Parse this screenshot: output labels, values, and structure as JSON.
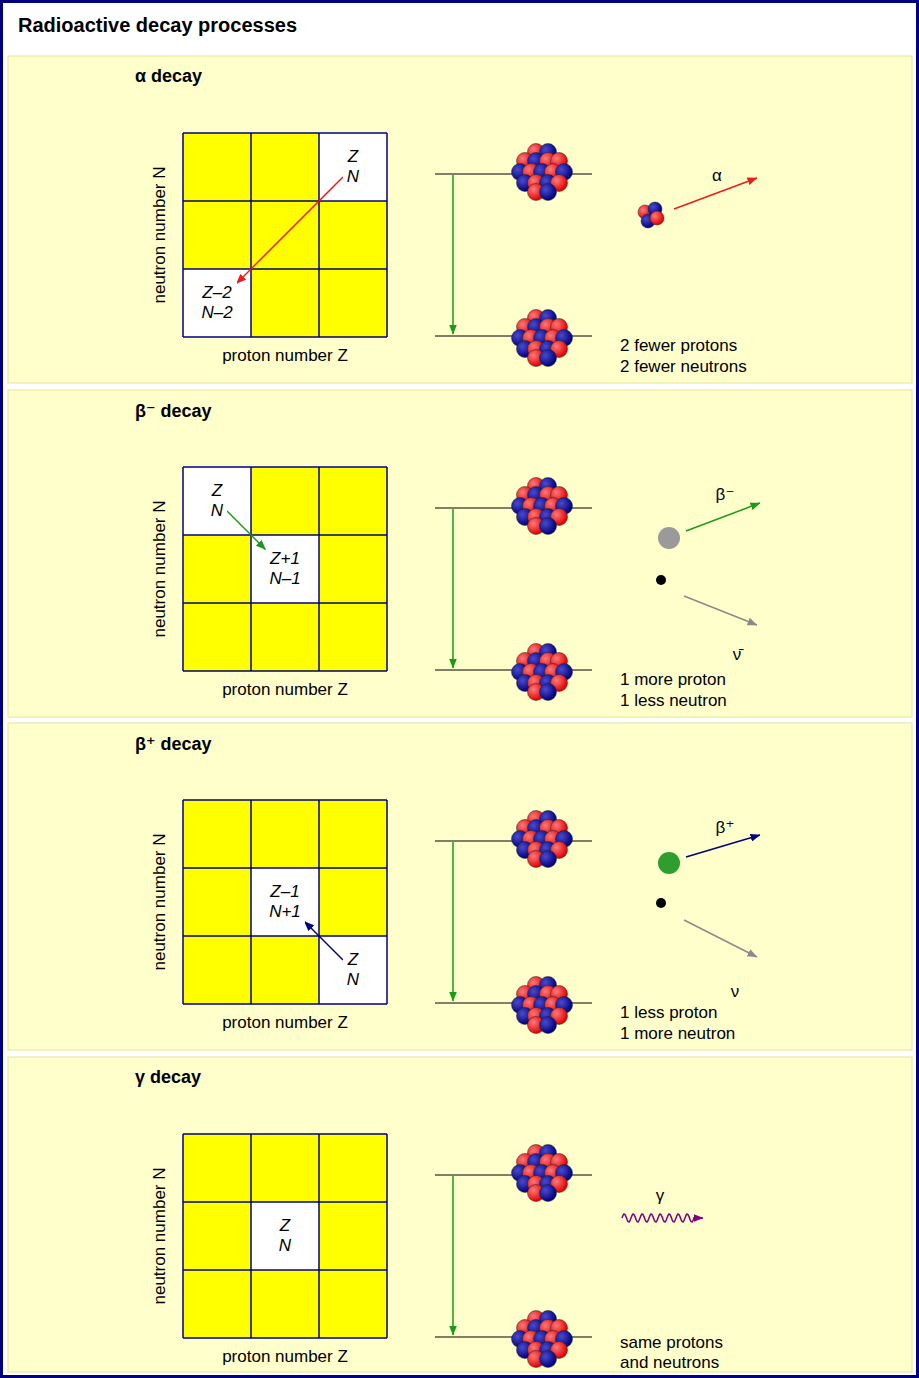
{
  "diagram": {
    "title": "Radioactive decay processes",
    "nodes": [
      {
        "text": [
          "α decay"
        ]
      },
      {
        "text": [
          "Z N"
        ],
        "in": 0
      },
      {
        "text": [
          "Z–2 N–2"
        ],
        "in": 0
      },
      {
        "text": [
          "β⁻ decay"
        ]
      },
      {
        "text": [
          "Z N"
        ],
        "in": 3
      },
      {
        "text": [
          "Z+1 N–1"
        ],
        "in": 3
      },
      {
        "text": [
          "β⁺ decay"
        ]
      },
      {
        "text": [
          "Z–1 N+1"
        ],
        "in": 6
      },
      {
        "text": [
          "Z N"
        ],
        "in": 6
      },
      {
        "text": [
          "γ decay"
        ]
      },
      {
        "text": [
          "Z N"
        ],
        "in": 9
      }
    ],
    "edges": [
      {
        "from": 1,
        "to": 2,
        "arrow": "to"
      },
      {
        "from": 4,
        "to": 5,
        "arrow": "to"
      },
      {
        "from": 8,
        "to": 7,
        "arrow": "to"
      }
    ],
    "labels": [
      "neutron number N",
      "proton number Z",
      "α",
      "2 fewer protons",
      "2 fewer neutrons",
      "neutron number N",
      "proton number Z",
      "β⁻",
      "ν̄",
      "1 more proton",
      "1 less neutron",
      "neutron number N",
      "proton number Z",
      "β⁺",
      "ν",
      "1 less proton",
      "1 more neutron",
      "neutron number N",
      "proton number Z",
      "γ",
      "same protons",
      "and neutrons"
    ]
  }
}
